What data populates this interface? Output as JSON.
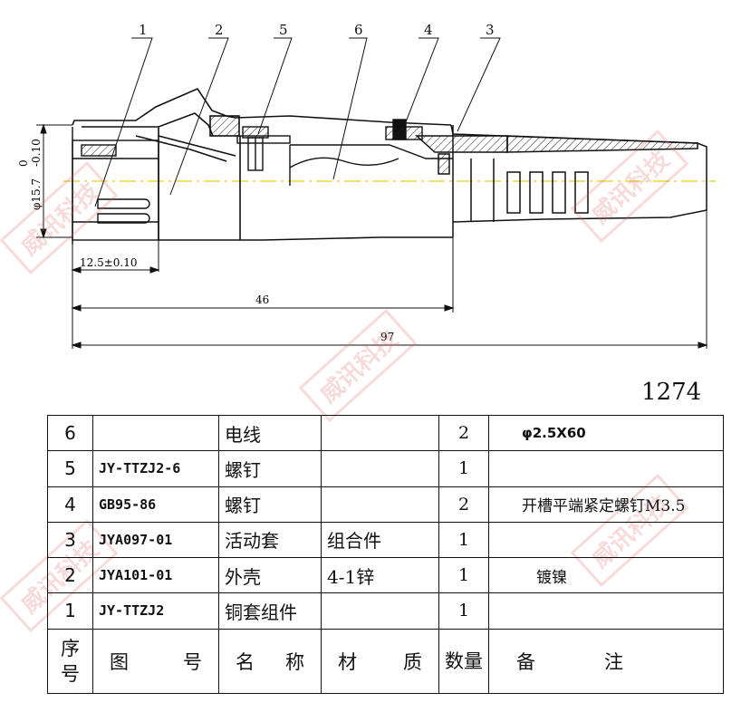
{
  "drawing": {
    "figure_number": "1274",
    "balloons": [
      "1",
      "2",
      "5",
      "6",
      "4",
      "3"
    ],
    "dimensions": {
      "diameter": "φ15.7",
      "diameter_tol_upper": "0",
      "diameter_tol_lower": "-0.10",
      "dim_12_5": "12.5±0.10",
      "dim_46": "46",
      "dim_97": "97"
    },
    "watermark_text": "威讯科技"
  },
  "bom": {
    "rows": [
      {
        "no": "6",
        "code": "",
        "name": "电线",
        "material": "",
        "qty": "2",
        "remark": "φ2.5X60"
      },
      {
        "no": "5",
        "code": "JY-TTZJ2-6",
        "name": "螺钉",
        "material": "",
        "qty": "1",
        "remark": ""
      },
      {
        "no": "4",
        "code": "GB95-86",
        "name": "螺钉",
        "material": "",
        "qty": "2",
        "remark": "开槽平端紧定螺钉M3.5"
      },
      {
        "no": "3",
        "code": "JYA097-01",
        "name": "活动套",
        "material": "组合件",
        "qty": "1",
        "remark": ""
      },
      {
        "no": "2",
        "code": "JYA101-01",
        "name": "外壳",
        "material": "4-1锌",
        "qty": "1",
        "remark": "镀镍"
      },
      {
        "no": "1",
        "code": "JY-TTZJ2",
        "name": "铜套组件",
        "material": "",
        "qty": "1",
        "remark": ""
      }
    ],
    "header": {
      "no": "序号",
      "code": "图 号",
      "name": "名 称",
      "material": "材 质",
      "qty": "数量",
      "remark": "备 注"
    }
  }
}
